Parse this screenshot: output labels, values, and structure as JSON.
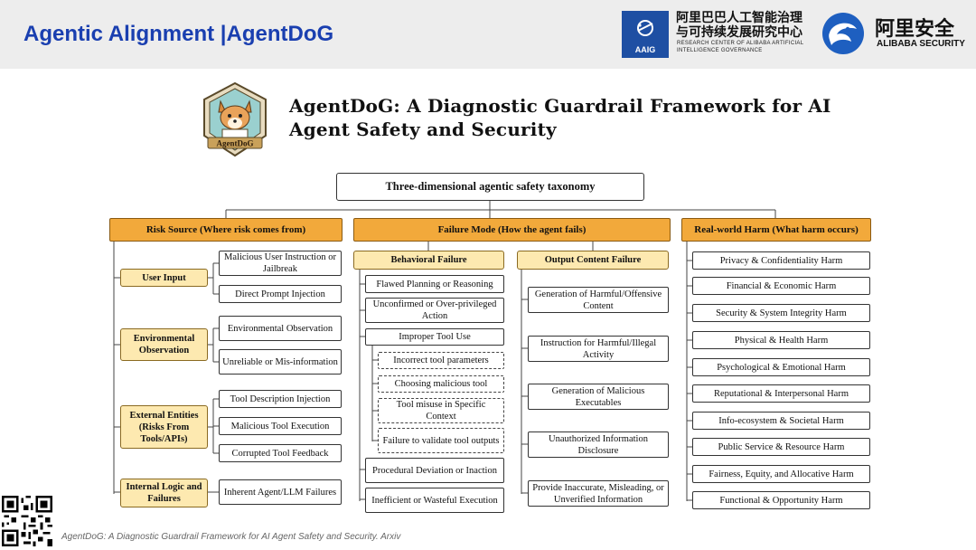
{
  "header": {
    "title": "Agentic Alignment |AgentDoG",
    "aaig_logo_text": "AAIG",
    "org_cn": "阿里巴巴人工智能治理与可持续发展研究中心",
    "org_en": "RESEARCH CENTER OF ALIBABA ARTIFICIAL INTELLIGENCE GOVERNANCE",
    "security_cn": "阿里安全",
    "security_en": "ALIBABA SECURITY",
    "brand_color": "#1a3fb0"
  },
  "paper": {
    "badge_text": "AgentDoG",
    "title_line1": "AgentDoG: A Diagnostic Guardrail Framework for AI",
    "title_line2": "Agent Safety and Security"
  },
  "diagram": {
    "root": "Three-dimensional agentic safety taxonomy",
    "risk_source": {
      "header": "Risk Source (Where risk comes from)",
      "groups": [
        {
          "label": "User Input",
          "items": [
            "Malicious User Instruction or Jailbreak",
            "Direct Prompt Injection"
          ]
        },
        {
          "label": "Environmental Observation",
          "items": [
            "Environmental Observation",
            "Unreliable or Mis-information"
          ]
        },
        {
          "label": "External Entities (Risks From Tools/APIs)",
          "items": [
            "Tool Description Injection",
            "Malicious Tool Execution",
            "Corrupted Tool Feedback"
          ]
        },
        {
          "label": "Internal Logic and Failures",
          "items": [
            "Inherent Agent/LLM Failures"
          ]
        }
      ]
    },
    "failure_mode": {
      "header": "Failure Mode (How the agent fails)",
      "behavioral": {
        "label": "Behavioral Failure",
        "items": [
          "Flawed Planning or Reasoning",
          "Unconfirmed or Over-privileged Action",
          "Improper Tool Use"
        ],
        "tool_sub": [
          "Incorrect tool parameters",
          "Choosing malicious tool",
          "Tool misuse in Specific Context",
          "Failure to validate tool outputs"
        ],
        "items_after": [
          "Procedural Deviation or Inaction",
          "Inefficient or Wasteful Execution"
        ]
      },
      "output": {
        "label": "Output Content Failure",
        "items": [
          "Generation of Harmful/Offensive Content",
          "Instruction for Harmful/Illegal Activity",
          "Generation of Malicious Executables",
          "Unauthorized Information Disclosure",
          "Provide Inaccurate, Misleading, or Unverified Information"
        ]
      }
    },
    "harm": {
      "header": "Real-world Harm (What harm occurs)",
      "items": [
        "Privacy & Confidentiality Harm",
        "Financial & Economic Harm",
        "Security & System Integrity Harm",
        "Physical & Health Harm",
        "Psychological & Emotional Harm",
        "Reputational & Interpersonal Harm",
        "Info-ecosystem & Societal Harm",
        "Public Service & Resource Harm",
        "Fairness, Equity, and Allocative Harm",
        "Functional & Opportunity Harm"
      ]
    }
  },
  "footer": {
    "citation": "AgentDoG: A Diagnostic Guardrail Framework for AI Agent Safety and Security. Arxiv"
  }
}
